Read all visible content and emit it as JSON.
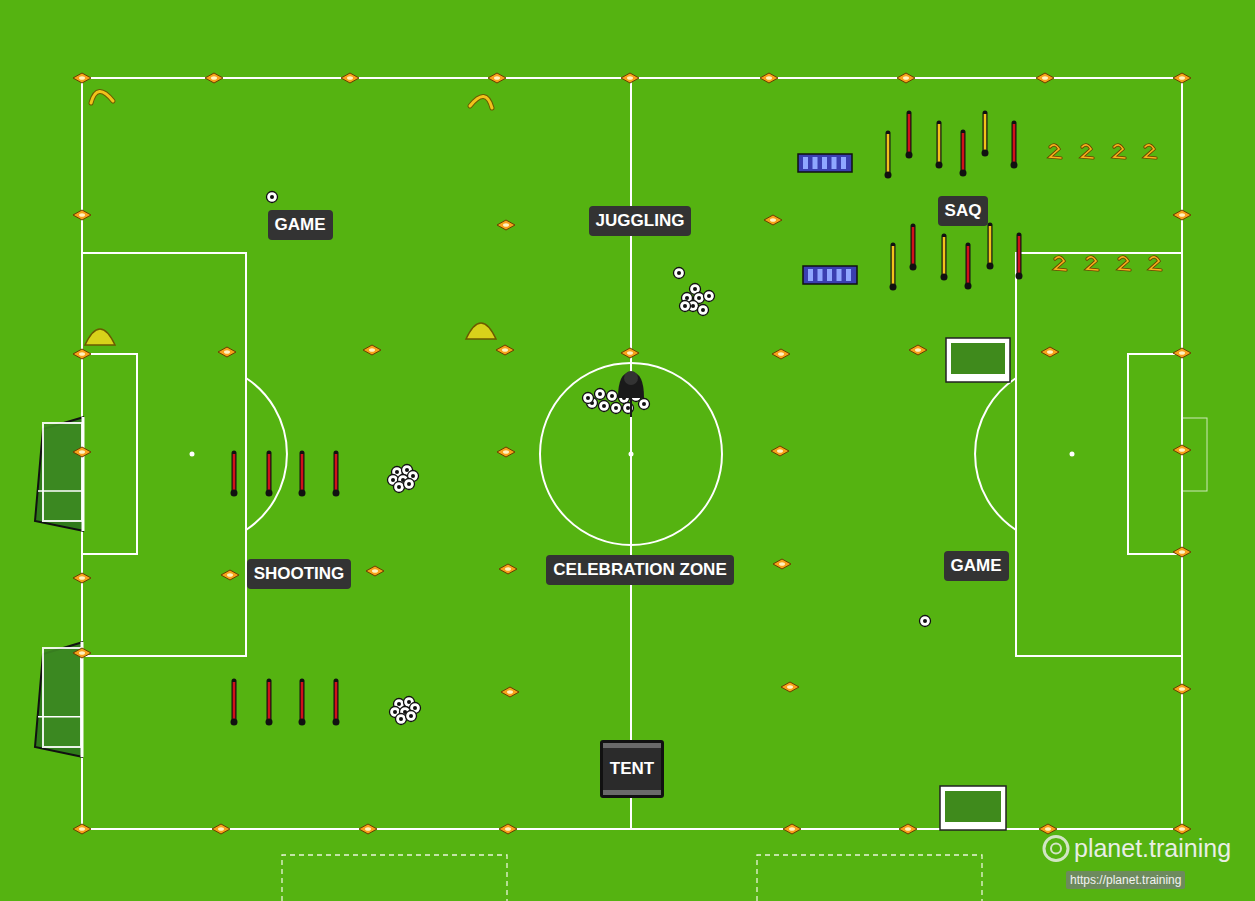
{
  "diagram": {
    "nodes": [
      {
        "text": [
          "GAME"
        ]
      },
      {
        "text": [
          "JUGGLING"
        ]
      },
      {
        "text": [
          "SAQ"
        ]
      },
      {
        "text": [
          "SHOOTING"
        ]
      },
      {
        "text": [
          "CELEBRATION ZONE"
        ]
      },
      {
        "text": [
          "GAME"
        ]
      },
      {
        "text": [
          "TENT"
        ]
      }
    ],
    "labels": [
      "planet.training",
      "https://planet.training"
    ]
  }
}
